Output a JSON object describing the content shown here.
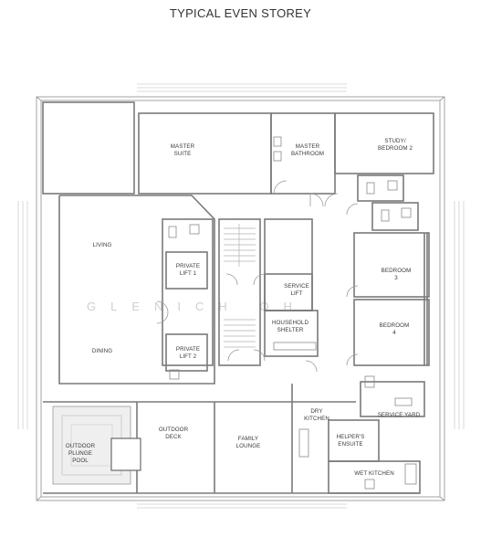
{
  "title": "TYPICAL EVEN STOREY",
  "watermark": "GLENICH OH",
  "rooms": {
    "master_suite": [
      "MASTER",
      "SUITE"
    ],
    "master_bathroom": [
      "MASTER",
      "BATHROOM"
    ],
    "study_bedroom2": [
      "STUDY/",
      "BEDROOM 2"
    ],
    "living": [
      "LIVING"
    ],
    "private_lift_1": [
      "PRIVATE",
      "LIFT 1"
    ],
    "service_lift": [
      "SERVICE",
      "LIFT"
    ],
    "bedroom3": [
      "BEDROOM",
      "3"
    ],
    "household_shelter": [
      "HOUSEHOLD",
      "SHELTER"
    ],
    "bedroom4": [
      "BEDROOM",
      "4"
    ],
    "dining": [
      "DINING"
    ],
    "private_lift_2": [
      "PRIVATE",
      "LIFT 2"
    ],
    "dry_kitchen": [
      "DRY",
      "KITCHEN"
    ],
    "service_yard": [
      "SERVICE YARD"
    ],
    "outdoor_deck": [
      "OUTDOOR",
      "DECK"
    ],
    "family_lounge": [
      "FAMILY",
      "LOUNGE"
    ],
    "helpers_ensuite": [
      "HELPER'S",
      "ENSUITE"
    ],
    "outdoor_plunge_pool": [
      "OUTDOOR",
      "PLUNGE",
      "POOL"
    ],
    "wet_kitchen": [
      "WET KITCHEN"
    ]
  }
}
